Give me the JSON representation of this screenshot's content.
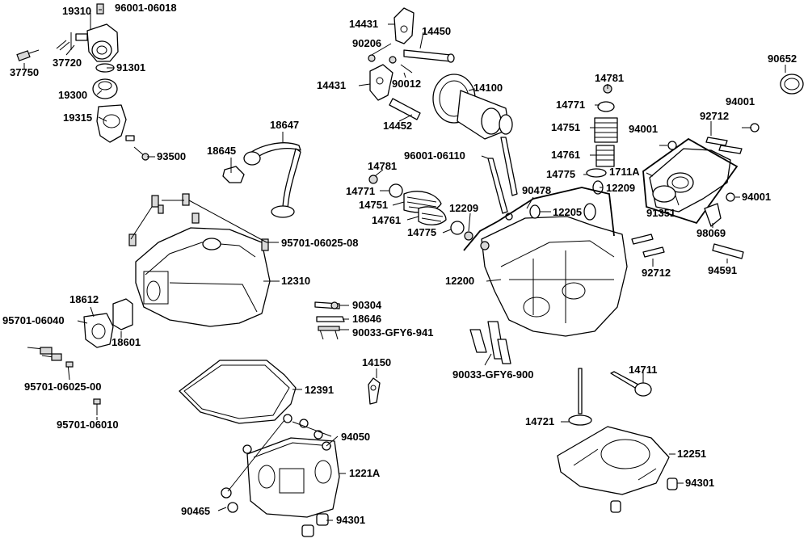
{
  "labels": {
    "p19310": "19310",
    "p96001_06018": "96001-06018",
    "p37750": "37750",
    "p37720": "37720",
    "p91301": "91301",
    "p19300": "19300",
    "p19315": "19315",
    "p93500": "93500",
    "p18645": "18645",
    "p18647": "18647",
    "p95701_06025_08": "95701-06025-08",
    "p12310": "12310",
    "p18612": "18612",
    "p95701_06040": "95701-06040",
    "p18601": "18601",
    "p95701_06025_00": "95701-06025-00",
    "p95701_06010": "95701-06010",
    "p90304": "90304",
    "p18646": "18646",
    "p90033_gfy6_941": "90033-GFY6-941",
    "p14150": "14150",
    "p12391": "12391",
    "p94050": "94050",
    "p1221a": "1221A",
    "p90465": "90465",
    "p94301_bottom": "94301",
    "p14431_top": "14431",
    "p14450": "14450",
    "p90206": "90206",
    "p14431_mid": "14431",
    "p90012": "90012",
    "p14100": "14100",
    "p14452": "14452",
    "p96001_06110": "96001-06110",
    "p14781_left": "14781",
    "p14771_left": "14771",
    "p14751_left": "14751",
    "p14761_left": "14761",
    "p14775_left": "14775",
    "p12209_left": "12209",
    "p90478": "90478",
    "p12209_right": "12209",
    "p12205": "12205",
    "p12200": "12200",
    "p90033_gfy6_900": "90033-GFY6-900",
    "p14781_right": "14781",
    "p14771_right": "14771",
    "p14751_right": "14751",
    "p14761_right": "14761",
    "p14775_right": "14775",
    "p1711a": "1711A",
    "p91351": "91351",
    "p94001_a": "94001",
    "p94001_b": "94001",
    "p94001_c": "94001",
    "p92712_top": "92712",
    "p92712_bottom": "92712",
    "p98069": "98069",
    "p94591": "94591",
    "p90652": "90652",
    "p14711": "14711",
    "p14721": "14721",
    "p12251": "12251",
    "p94301_right": "94301"
  }
}
